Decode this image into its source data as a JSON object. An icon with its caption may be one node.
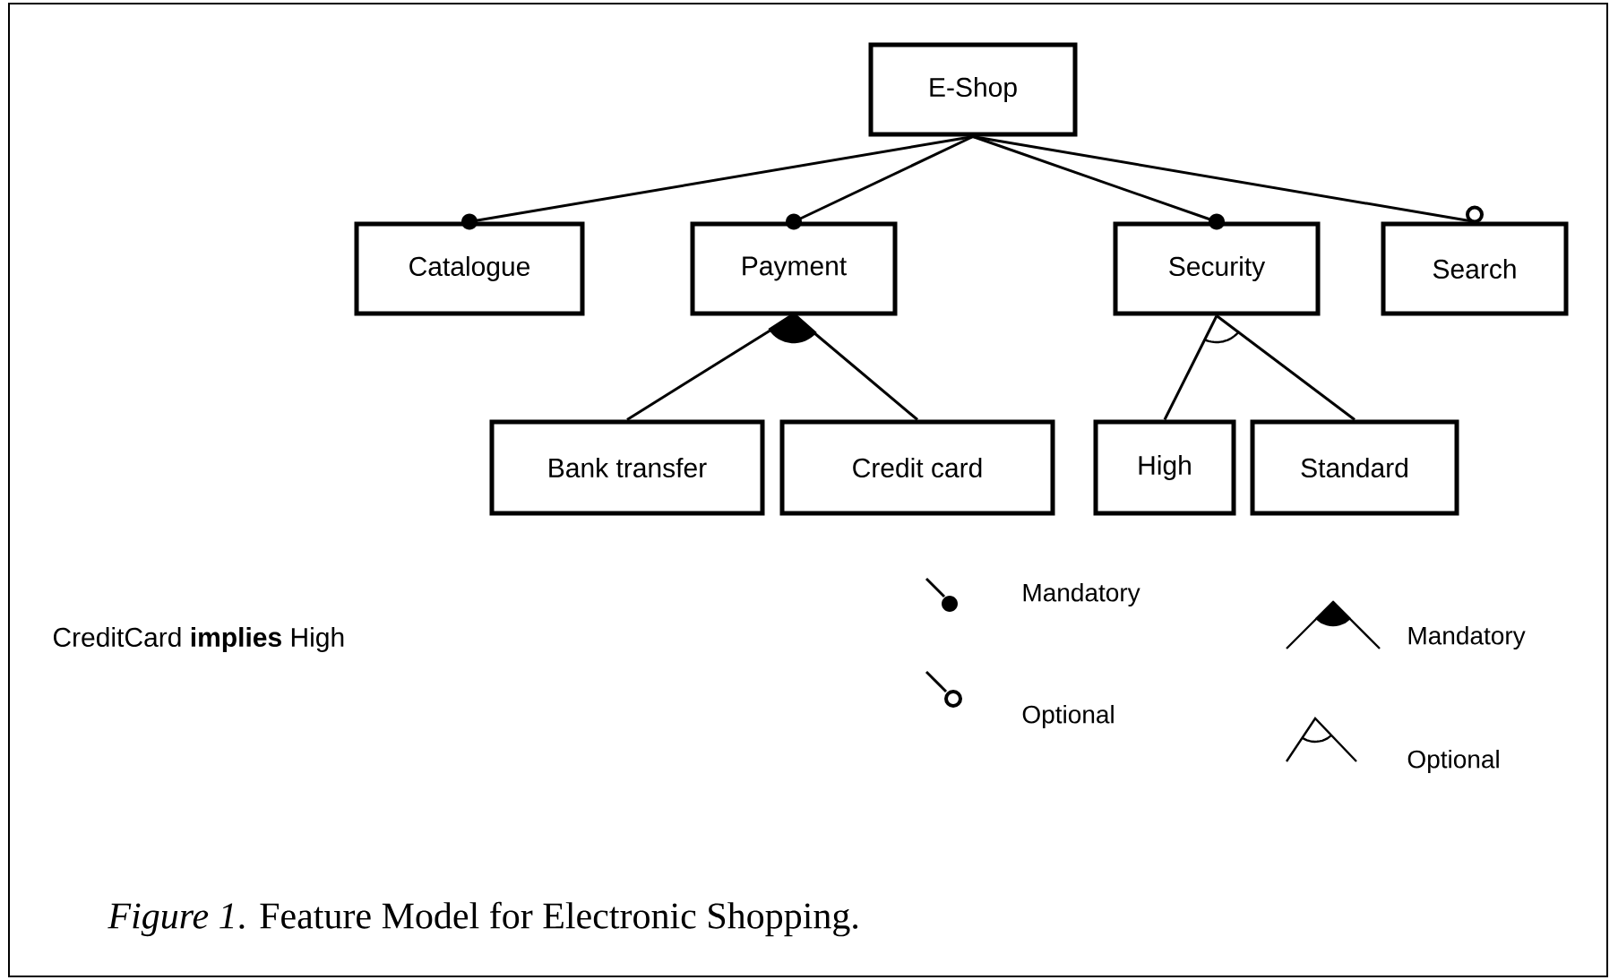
{
  "diagram": {
    "caption": "*Figure 1*.  Feature Model for Electronic Shopping.",
    "nodes": [
      {
        "text": [
          "E-Shop"
        ]
      },
      {
        "text": [
          "Catalogue"
        ]
      },
      {
        "text": [
          "Payment"
        ]
      },
      {
        "text": [
          "Security"
        ]
      },
      {
        "text": [
          "Search"
        ]
      },
      {
        "text": [
          "Bank transfer"
        ]
      },
      {
        "text": [
          "Credit card"
        ]
      },
      {
        "text": [
          "High"
        ]
      },
      {
        "text": [
          "Standard"
        ]
      }
    ],
    "edges": [
      {
        "from": 0,
        "to": 1,
        "arrow": "other"
      },
      {
        "from": 0,
        "to": 2,
        "arrow": "other"
      },
      {
        "from": 0,
        "to": 3,
        "arrow": "other"
      },
      {
        "from": 0,
        "to": 4,
        "arrow": "other"
      },
      {
        "from": 2,
        "to": 5,
        "arrow": "none"
      },
      {
        "from": 2,
        "to": 6,
        "arrow": "none"
      },
      {
        "from": 3,
        "to": 7,
        "arrow": "none"
      },
      {
        "from": 3,
        "to": 8,
        "arrow": "none"
      }
    ],
    "labels": [
      "CreditCard **implies** High"
    ],
    "legend": [
      {
        "text": "Mandatory"
      },
      {
        "text": "Optional"
      },
      {
        "text": "Mandatory"
      },
      {
        "text": "Optional"
      }
    ]
  }
}
